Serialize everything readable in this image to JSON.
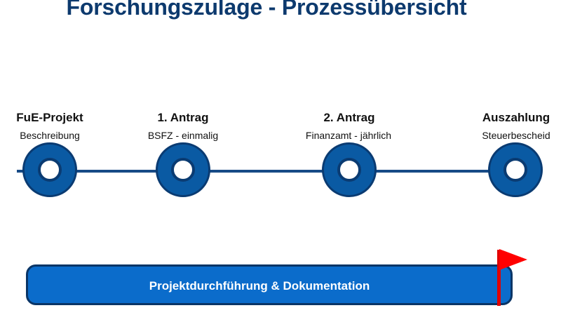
{
  "title": "Forschungszulage - Prozessübersicht",
  "steps": [
    {
      "title": "FuE-Projekt",
      "subtitle": "Beschreibung"
    },
    {
      "title": "1. Antrag",
      "subtitle": "BSFZ - einmalig"
    },
    {
      "title": "2. Antrag",
      "subtitle": "Finanzamt - jährlich"
    },
    {
      "title": "Auszahlung",
      "subtitle": "Steuerbescheid"
    }
  ],
  "bar": {
    "label": "Projektdurchführung & Dokumentation"
  },
  "icons": {
    "node": "ring-node-icon",
    "flag": "flag-icon"
  },
  "colors": {
    "title": "#0d3a6e",
    "node_fill": "#0a5aa3",
    "node_border": "#0a3b72",
    "bar_fill": "#0b6ccb",
    "flag": "#ff0000"
  }
}
